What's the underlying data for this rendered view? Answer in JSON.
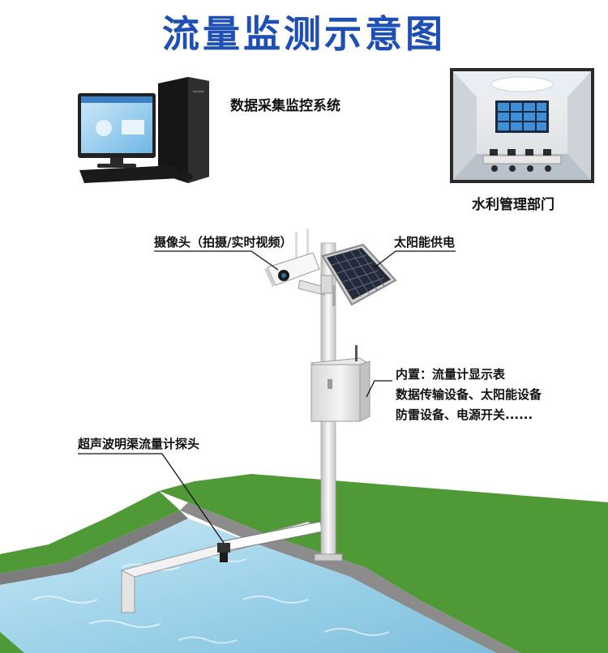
{
  "title": "流量监测示意图",
  "labels": {
    "system": "数据采集监控系统",
    "department": "水利管理部门",
    "camera": "摄像头（拍摄/实时视频）",
    "solar": "太阳能供电",
    "cabinet_line1": "内置：流量计显示表",
    "cabinet_line2": "数据传输设备、太阳能设备",
    "cabinet_line3": "防雷设备、电源开关......",
    "probe": "超声波明渠流量计探头"
  },
  "colors": {
    "title": "#1e4fb4",
    "grass": "#4f9a36",
    "water": "#a9d8ec",
    "pole": "#e8e8e8"
  }
}
